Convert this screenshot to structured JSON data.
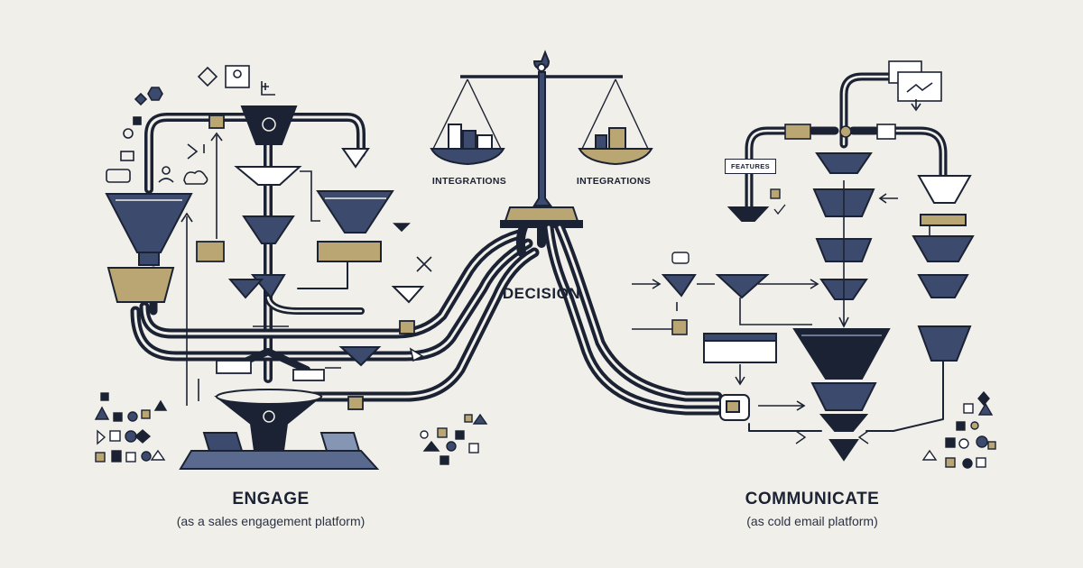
{
  "colors": {
    "background": "#f1efe9",
    "navy": "#1b2233",
    "slate": "#3c4a6e",
    "gold": "#b9a672"
  },
  "icons": [
    "balance-scale-icon",
    "funnel-icon",
    "pipe-icon",
    "envelope-icon",
    "chat-bubble-icon",
    "user-icon",
    "arrow-icon",
    "tag-icon",
    "chart-icon"
  ],
  "labels": {
    "left_title": "ENGAGE",
    "left_subtitle": "(as a sales engagement platform)",
    "right_title": "COMMUNICATE",
    "right_subtitle": "(as cold email platform)",
    "decision": "DECISION",
    "scale_left": "INTEGRATIONS",
    "scale_right": "INTEGRATIONS",
    "features_tag": "FEATURES"
  }
}
